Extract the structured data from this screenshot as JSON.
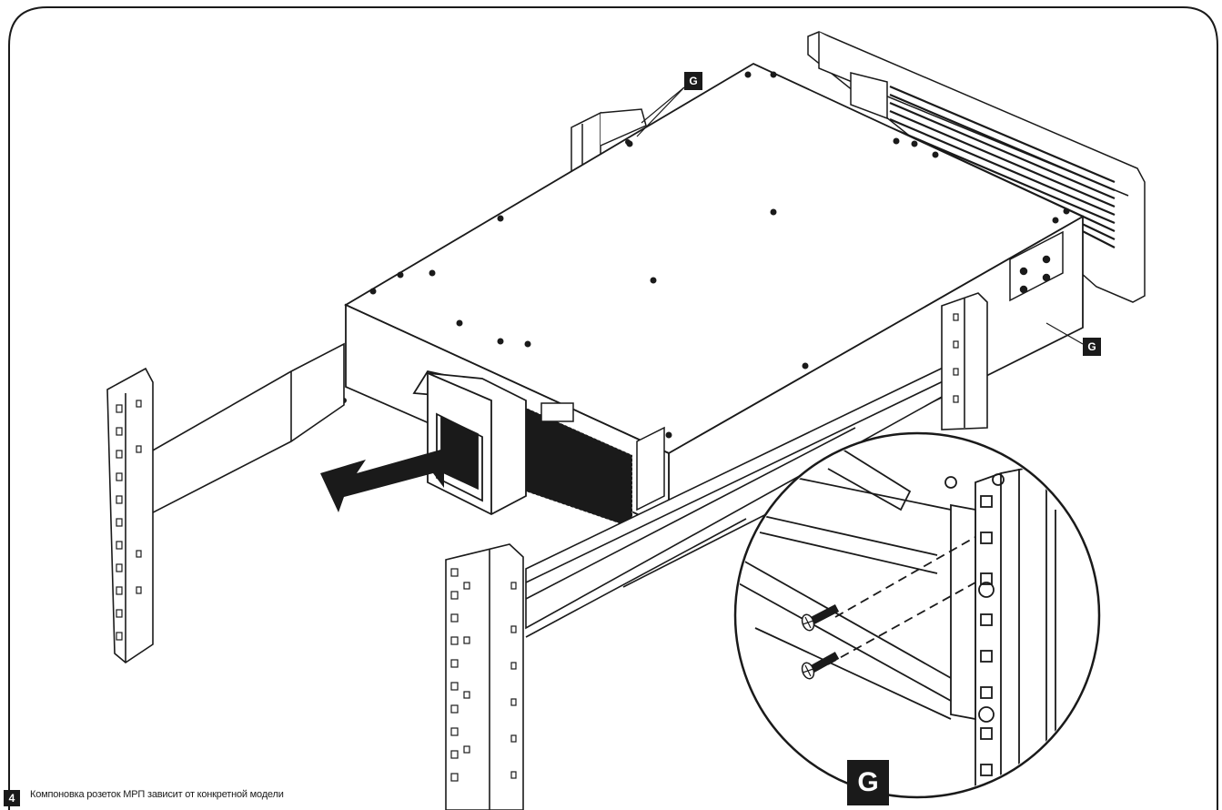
{
  "callouts": {
    "top": "G",
    "right": "G",
    "detail": "G"
  },
  "step": {
    "number": "4",
    "caption": "Компоновка розеток МРП зависит от конкретной модели"
  },
  "colors": {
    "ink": "#1a1a1a",
    "background": "#ffffff"
  }
}
